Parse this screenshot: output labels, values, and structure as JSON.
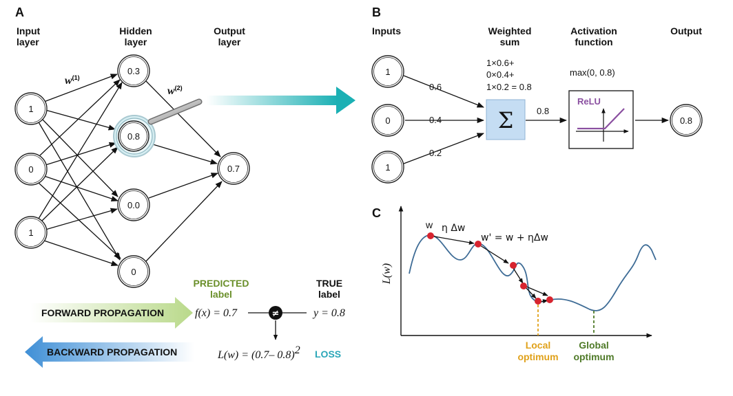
{
  "panels": {
    "a": "A",
    "b": "B",
    "c": "C"
  },
  "panel_a": {
    "col_labels": {
      "input": [
        "Input",
        "layer"
      ],
      "hidden": [
        "Hidden",
        "layer"
      ],
      "output": [
        "Output",
        "layer"
      ]
    },
    "weights": {
      "w1": "w",
      "w1_sup": "(1)",
      "w2": "w",
      "w2_sup": "(2)"
    },
    "input_values": [
      "1",
      "0",
      "1"
    ],
    "hidden_values": [
      "0.3",
      "0.8",
      "0.0",
      "0"
    ],
    "output_value": "0.7",
    "predicted_label": [
      "PREDICTED",
      "label"
    ],
    "true_label": [
      "TRUE",
      "label"
    ],
    "predicted_value": "f(x) = 0.7",
    "true_value": "y = 0.8",
    "compare_symbol": "≠",
    "forward_label": "FORWARD PROPAGATION",
    "backward_label": "BACKWARD PROPAGATION",
    "loss_formula": "L(w) = (0.7– 0.8)",
    "loss_exp": "2",
    "loss_label": "LOSS"
  },
  "panel_b": {
    "col_labels": {
      "inputs": [
        "Inputs"
      ],
      "weighted": [
        "Weighted",
        "sum"
      ],
      "activation": [
        "Activation",
        "function"
      ],
      "output": [
        "Output"
      ]
    },
    "input_values": [
      "1",
      "0",
      "1"
    ],
    "weights": [
      "0.6",
      "0.4",
      "0.2"
    ],
    "sum_lines": [
      "1×0.6+",
      "0×0.4+",
      "1×0.2 = 0.8"
    ],
    "sum_symbol": "Σ",
    "sum_output": "0.8",
    "activation_formula": "max(0, 0.8)",
    "relu_label": "ReLU",
    "output_value": "0.8"
  },
  "panel_c": {
    "ylabel": "L(w)",
    "w_label": "w",
    "step_label": "η Δw",
    "update_label": "w' = w + ηΔw",
    "local_label": [
      "Local",
      "optimum"
    ],
    "global_label": [
      "Global",
      "optimum"
    ]
  },
  "colors": {
    "predicted": "#6a8f2a",
    "loss": "#2aa6b8",
    "local": "#e0a11a",
    "global": "#4f7a28",
    "relu": "#8a4fa0",
    "curve": "#3e6c96",
    "points": "#d7242f",
    "sum_box": "#c5ddf3",
    "teal_arrow": "#1bb0b4"
  },
  "icons": [
    "magnifier-icon",
    "teal-arrow-icon",
    "forward-arrow-icon",
    "backward-arrow-icon"
  ]
}
